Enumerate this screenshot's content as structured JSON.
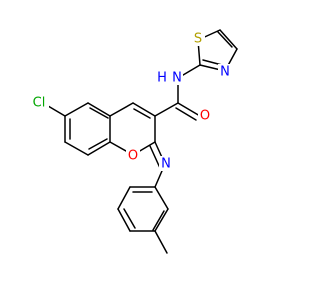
{
  "molecule": {
    "atoms": [
      {
        "id": "Cl",
        "label": "Cl",
        "color": "#00a600"
      },
      {
        "id": "O_ring",
        "label": "O",
        "color": "#ff0000"
      },
      {
        "id": "N_imine",
        "label": "N",
        "color": "#0000ff"
      },
      {
        "id": "NH",
        "label": "N",
        "label_h": "H",
        "color": "#0000ff"
      },
      {
        "id": "O_carbonyl",
        "label": "O",
        "color": "#ff0000"
      },
      {
        "id": "S",
        "label": "S",
        "color": "#b2a000"
      },
      {
        "id": "N_thiazole",
        "label": "N",
        "color": "#0000ff"
      }
    ]
  }
}
